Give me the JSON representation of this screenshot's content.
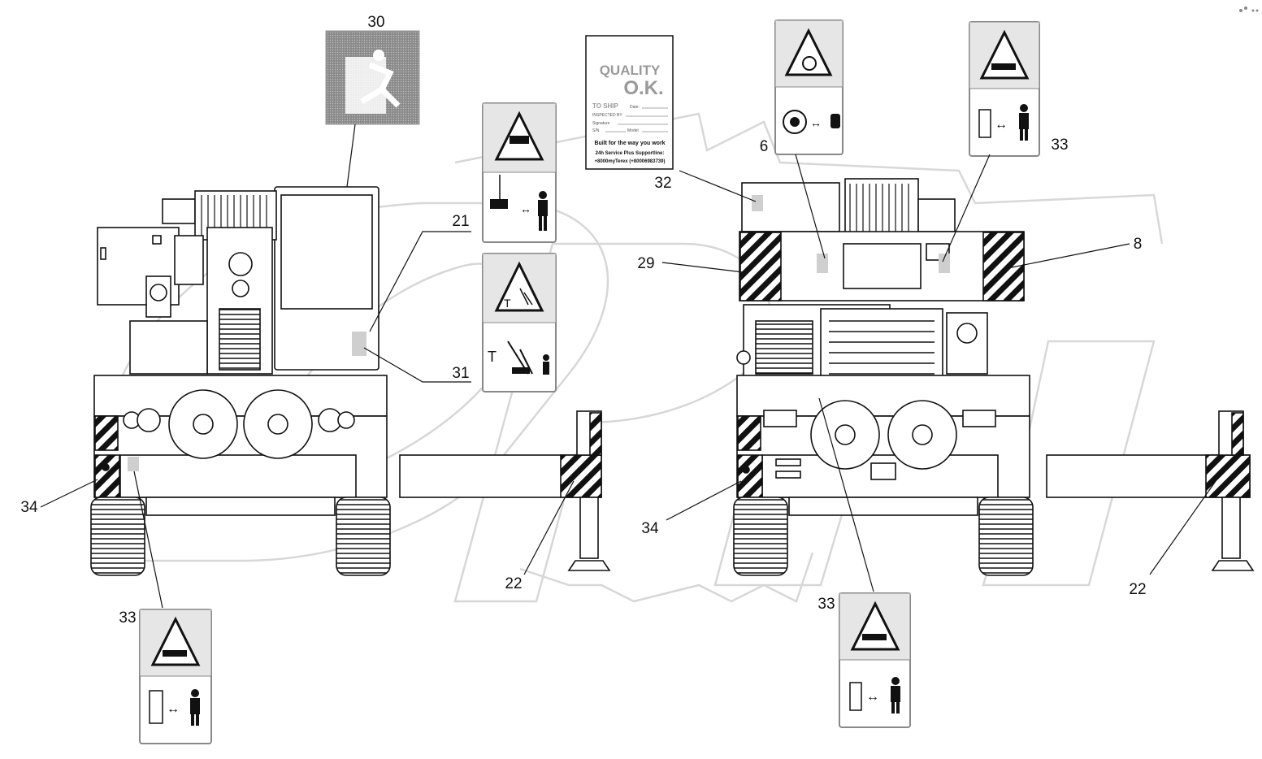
{
  "callouts": {
    "c30": "30",
    "c21": "21",
    "c31": "31",
    "c34_left": "34",
    "c22_left": "22",
    "c33_left": "33",
    "c32": "32",
    "c6": "6",
    "c33_top_right": "33",
    "c29": "29",
    "c8": "8",
    "c34_right": "34",
    "c33_bottom_right": "33",
    "c22_right": "22"
  },
  "quality_label": {
    "line1": "QUALITY",
    "line2": "O.K.",
    "to_ship": "TO SHIP",
    "date_label": "Date:",
    "inspected_by": "INSPECTED BY",
    "signature": "Signature",
    "serial": "S/N",
    "model": "Model",
    "slogan": "Built for the way you work",
    "service": "24h Service Plus Supportline:",
    "phone": "+8000myTerex (+80006983739)"
  },
  "watermark": "DPH",
  "colors": {
    "line": "#111111",
    "label_grey": "#9a9a9a",
    "panel_grey": "#d8d8d8",
    "watermark": "#c8c8c8"
  },
  "icons": {
    "exit_sign": "running-man-exit-icon",
    "warning": "warning-triangle-icon",
    "person": "person-icon",
    "hand": "hand-icon"
  }
}
